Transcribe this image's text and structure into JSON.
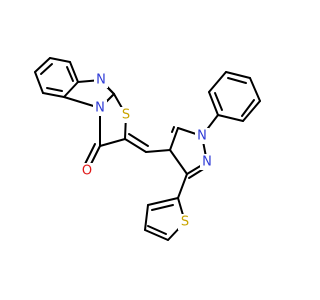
{
  "diagram": {
    "type": "chemical-structure",
    "atoms": [
      {
        "id": "N_bzim_top",
        "element": "N",
        "label": "N",
        "color": "#2e3bd6"
      },
      {
        "id": "S_thiazole",
        "element": "S",
        "label": "S",
        "color": "#c9a400"
      },
      {
        "id": "N_bzim_ring",
        "element": "N",
        "label": "N",
        "color": "#2e3bd6"
      },
      {
        "id": "O_carbonyl",
        "element": "O",
        "label": "O",
        "color": "#e01818"
      },
      {
        "id": "N1_pyrazole",
        "element": "N",
        "label": "N",
        "color": "#2e3bd6"
      },
      {
        "id": "N2_pyrazole",
        "element": "N",
        "label": "N",
        "color": "#2e3bd6"
      },
      {
        "id": "S_thiophene",
        "element": "S",
        "label": "S",
        "color": "#c9a400"
      }
    ]
  }
}
